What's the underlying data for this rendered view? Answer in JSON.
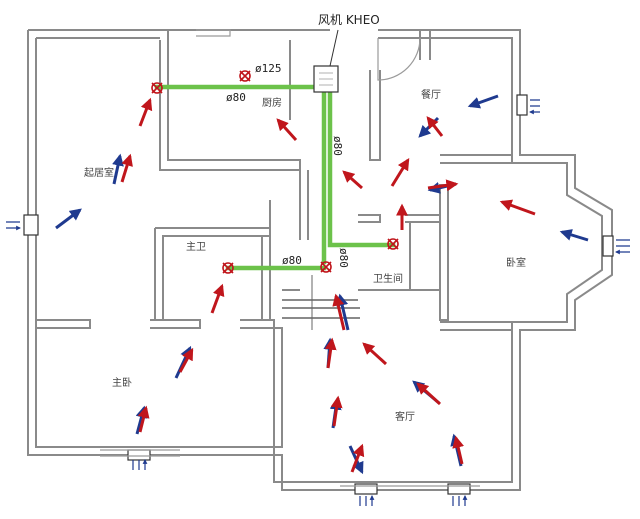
{
  "fan_label": "风机 KHEO",
  "duct_dims": {
    "d125": "ø125",
    "d80_kitchen": "ø80",
    "d80_vertical": "ø80",
    "d80_bath": "ø80",
    "d80_vertical2": "ø80"
  },
  "rooms": {
    "living_study": "起居室",
    "kitchen": "厨房",
    "dining": "餐厅",
    "master_bath": "主卫",
    "bathroom": "卫生间",
    "bedroom": "卧室",
    "master_bedroom": "主卧",
    "living_room": "客厅"
  },
  "colors": {
    "supply_arrow": "#1f3a8f",
    "exhaust_arrow": "#c0161c",
    "duct": "#6cc24a",
    "wall": "#8a8a8a"
  },
  "icons": {
    "exhaust_valve": "exhaust-valve-icon",
    "air_inlet": "air-inlet-icon"
  }
}
